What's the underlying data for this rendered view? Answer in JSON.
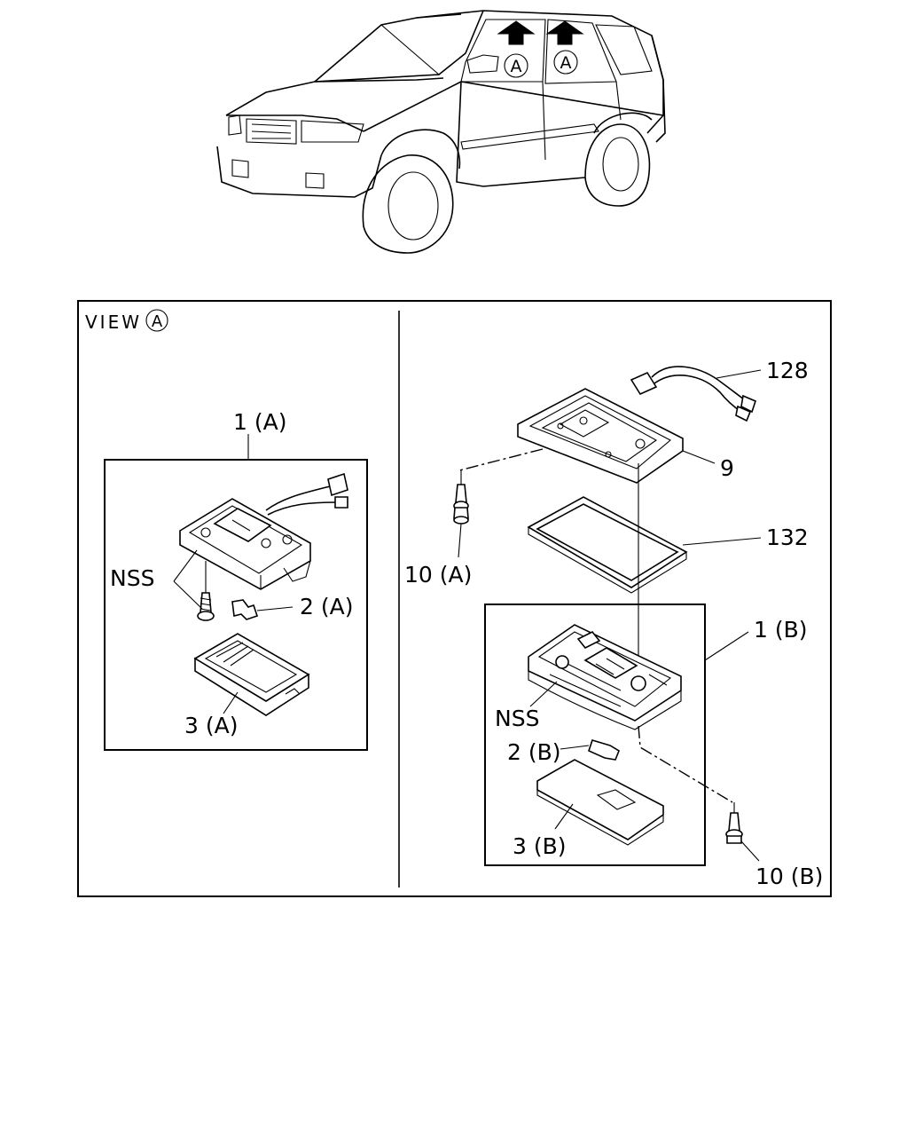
{
  "vehicle_view": {
    "view_markers": [
      "A",
      "A"
    ]
  },
  "view_panel": {
    "heading_text": "VIEW",
    "heading_marker": "A"
  },
  "left_assembly": {
    "callouts": {
      "lamp": "1 (A)",
      "screw": "NSS",
      "bulb": "2 (A)",
      "lens": "3 (A)"
    }
  },
  "right_assembly": {
    "callouts": {
      "harness": "128",
      "bezel": "9",
      "gasket": "132",
      "clip_left": "10 (A)",
      "lamp": "1 (B)",
      "screw": "NSS",
      "bulb": "2 (B)",
      "lens": "3 (B)",
      "clip_right": "10 (B)"
    }
  }
}
